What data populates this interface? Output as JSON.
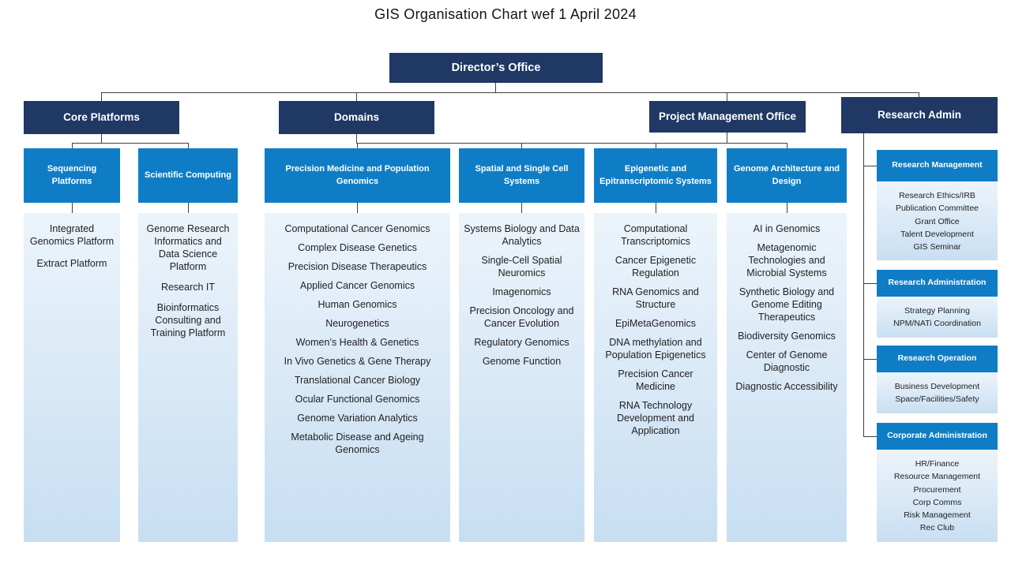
{
  "title": "GIS Organisation Chart wef 1 April 2024",
  "root": {
    "label": "Director’s Office"
  },
  "level2": [
    {
      "label": "Core Platforms"
    },
    {
      "label": "Domains"
    },
    {
      "label": "Project Management Office"
    },
    {
      "label": "Research Admin"
    }
  ],
  "columns": [
    {
      "header": "Sequencing Platforms",
      "items": [
        "Integrated Genomics Platform",
        "Extract Platform"
      ]
    },
    {
      "header": "Scientific Computing",
      "items": [
        "Genome Research Informatics and Data Science Platform",
        "Research IT",
        "Bioinformatics Consulting and Training Platform"
      ]
    },
    {
      "header": "Precision Medicine and Population Genomics",
      "items": [
        "Computational Cancer Genomics",
        "Complex Disease Genetics",
        "Precision Disease Therapeutics",
        "Applied Cancer Genomics",
        "Human Genomics",
        "Neurogenetics",
        "Women’s Health & Genetics",
        "In Vivo Genetics & Gene Therapy",
        "Translational Cancer Biology",
        "Ocular Functional Genomics",
        "Genome Variation Analytics",
        "Metabolic Disease and Ageing Genomics"
      ]
    },
    {
      "header": "Spatial and Single Cell Systems",
      "items": [
        "Systems Biology and Data Analytics",
        "Single-Cell Spatial Neuromics",
        "Imagenomics",
        "Precision Oncology and Cancer Evolution",
        "Regulatory Genomics",
        "Genome Function"
      ]
    },
    {
      "header": "Epigenetic and Epitranscriptomic Systems",
      "items": [
        "Computational Transcriptomics",
        "Cancer Epigenetic Regulation",
        "RNA Genomics and Structure",
        "EpiMetaGenomics",
        "DNA methylation and Population Epigenetics",
        "Precision Cancer Medicine",
        "RNA Technology Development and Application"
      ]
    },
    {
      "header": "Genome Architecture and Design",
      "items": [
        "AI in Genomics",
        "Metagenomic Technologies and Microbial Systems",
        "Synthetic Biology and Genome Editing Therapeutics",
        "Biodiversity Genomics",
        "Center of Genome Diagnostic",
        "Diagnostic Accessibility"
      ]
    }
  ],
  "admin": [
    {
      "header": "Research Management",
      "items": [
        "Research Ethics/IRB",
        "Publication Committee",
        "Grant Office",
        "Talent Development",
        "GIS Seminar"
      ]
    },
    {
      "header": "Research Administration",
      "items": [
        "Strategy Planning",
        "NPM/NATi Coordination"
      ]
    },
    {
      "header": "Research Operation",
      "items": [
        "Business Development",
        "Space/Facilities/Safety"
      ]
    },
    {
      "header": "Corporate Administration",
      "items": [
        "HR/Finance",
        "Resource Management",
        "Procurement",
        "Corp Comms",
        "Risk Management",
        "Rec Club"
      ]
    }
  ],
  "colors": {
    "navy": "#1F3864",
    "blue": "#0F7DC5",
    "panel_top": "#ECF4FB",
    "panel_bottom": "#C7DEF2",
    "line": "#404040"
  }
}
